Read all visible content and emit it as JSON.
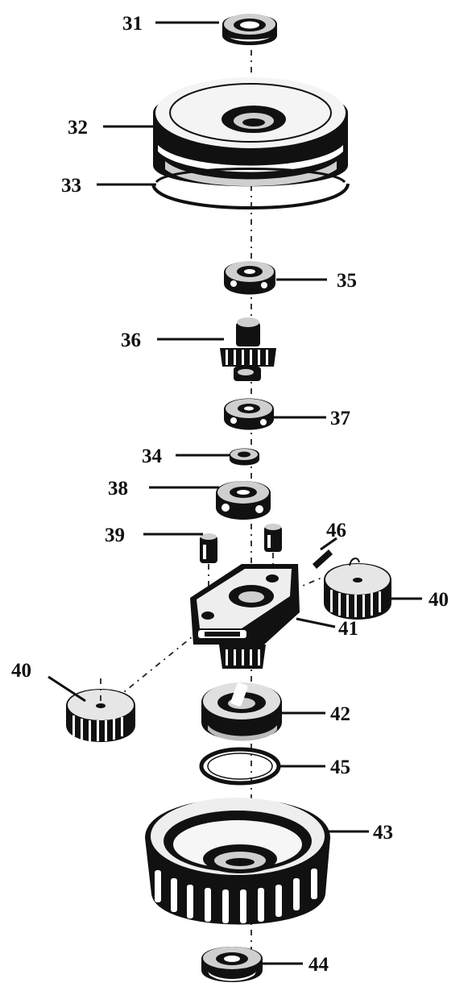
{
  "parts": [
    {
      "id": "31",
      "label": "31"
    },
    {
      "id": "32",
      "label": "32"
    },
    {
      "id": "33",
      "label": "33"
    },
    {
      "id": "34",
      "label": "34"
    },
    {
      "id": "35",
      "label": "35"
    },
    {
      "id": "36",
      "label": "36"
    },
    {
      "id": "37",
      "label": "37"
    },
    {
      "id": "38",
      "label": "38"
    },
    {
      "id": "39",
      "label": "39"
    },
    {
      "id": "40a",
      "label": "40"
    },
    {
      "id": "40b",
      "label": "40"
    },
    {
      "id": "41",
      "label": "41"
    },
    {
      "id": "42",
      "label": "42"
    },
    {
      "id": "43",
      "label": "43"
    },
    {
      "id": "44",
      "label": "44"
    },
    {
      "id": "45",
      "label": "45"
    },
    {
      "id": "46",
      "label": "46"
    }
  ]
}
